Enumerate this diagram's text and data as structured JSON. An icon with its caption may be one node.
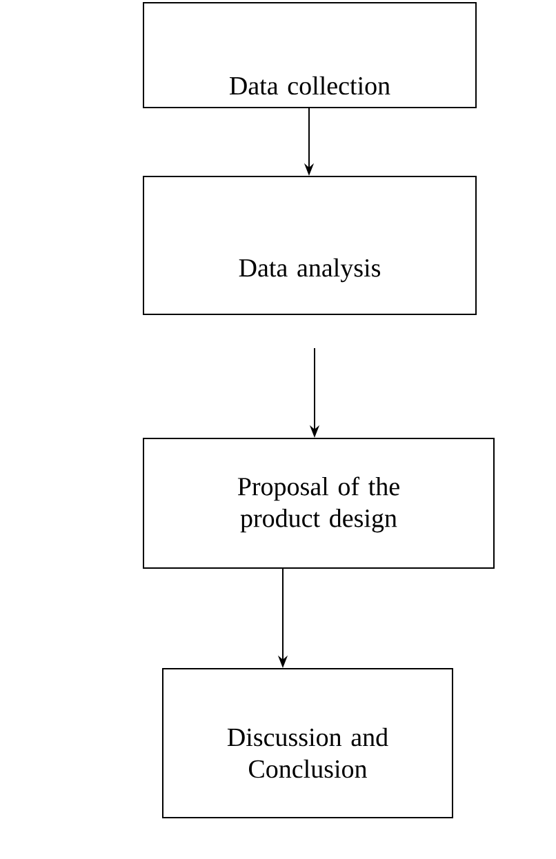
{
  "diagram": {
    "nodes": [
      {
        "text": [
          "Data collection"
        ]
      },
      {
        "text": [
          "Data analysis"
        ]
      },
      {
        "text": [
          "Proposal of the product design"
        ]
      },
      {
        "text": [
          "Discussion and Conclusion"
        ]
      }
    ],
    "edges": [
      {
        "from": 0,
        "to": 1,
        "arrow": "to"
      },
      {
        "from": 1,
        "to": 2,
        "arrow": "to"
      },
      {
        "from": 2,
        "to": 3,
        "arrow": "to"
      }
    ]
  }
}
